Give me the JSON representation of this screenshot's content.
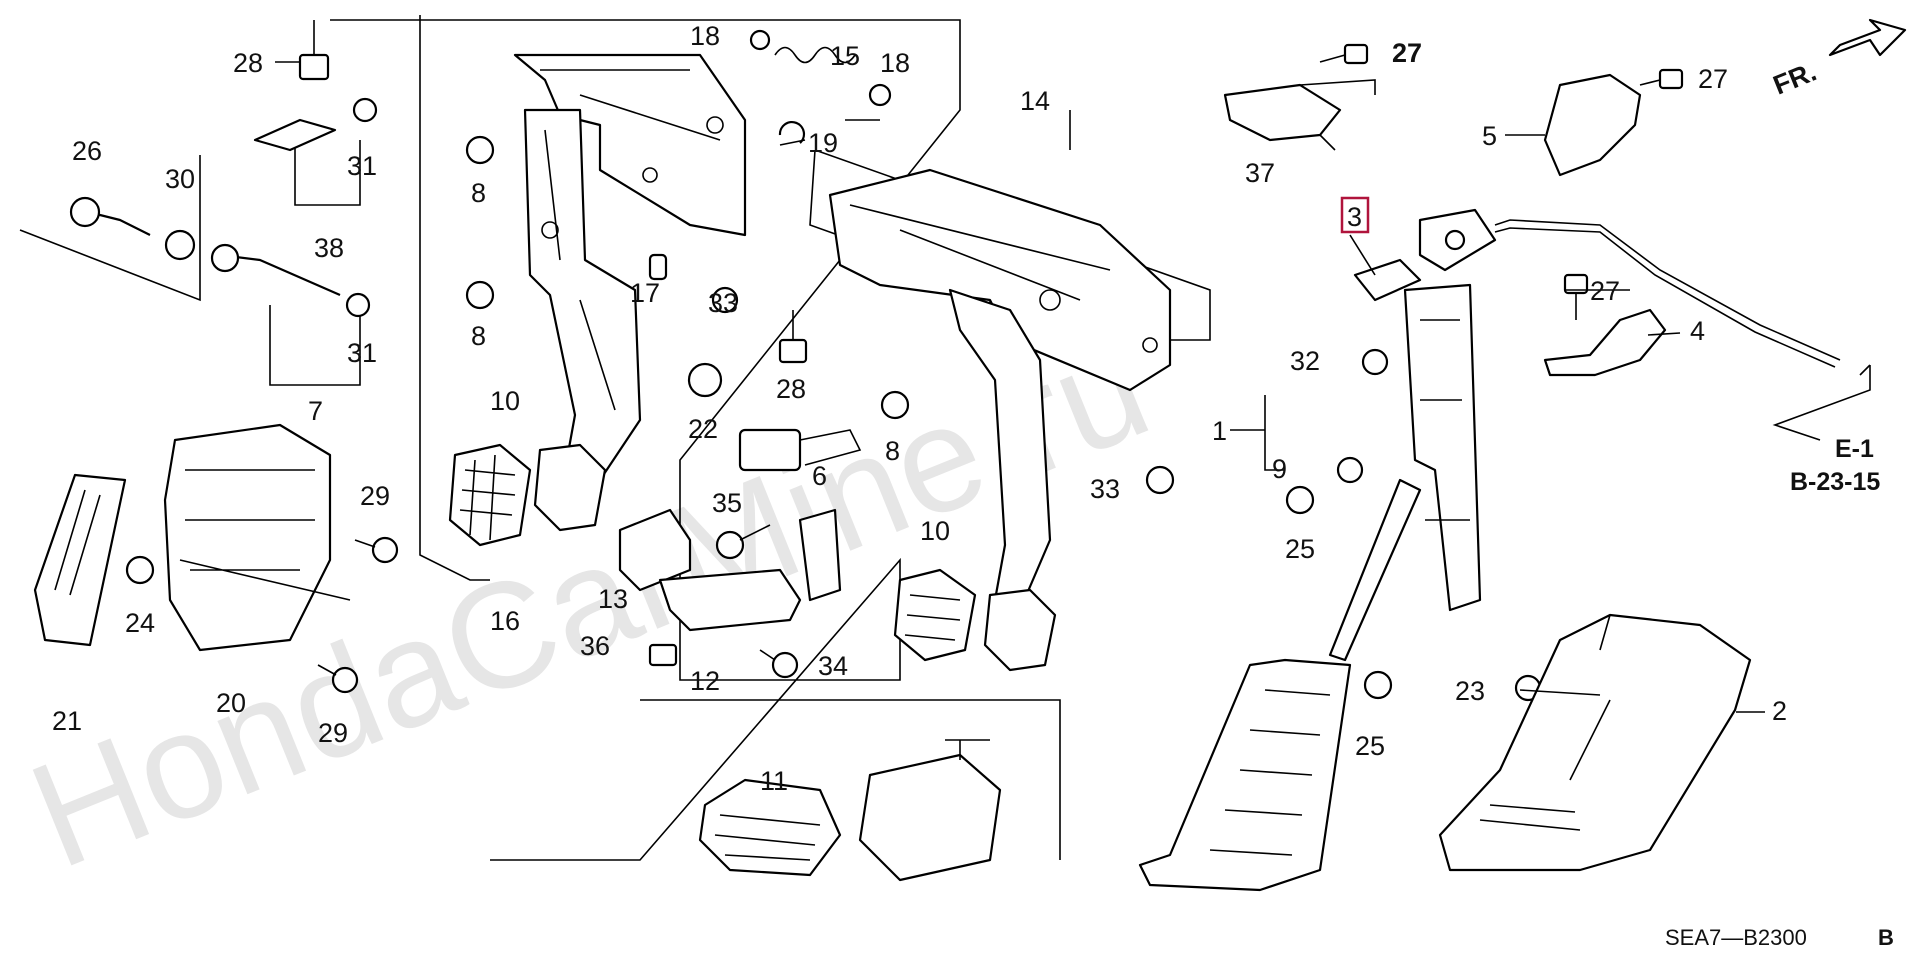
{
  "watermark": "HondaCarMine.ru",
  "direction_label": "FR.",
  "reference": {
    "line1": "E-1",
    "line2": "B-23-15"
  },
  "diagram_code": "SEA7—B2300",
  "diagram_code_suffix": "B",
  "highlight_color": "#b0143c",
  "callouts": {
    "p1": "1",
    "p2": "2",
    "p3": "3",
    "p4": "4",
    "p5": "5",
    "p6": "6",
    "p7": "7",
    "p8a": "8",
    "p8b": "8",
    "p8c": "8",
    "p9": "9",
    "p10a": "10",
    "p10b": "10",
    "p11": "11",
    "p12": "12",
    "p13": "13",
    "p14": "14",
    "p15": "15",
    "p16": "16",
    "p17": "17",
    "p18a": "18",
    "p18b": "18",
    "p19": "19",
    "p20": "20",
    "p21": "21",
    "p22": "22",
    "p23": "23",
    "p24": "24",
    "p25a": "25",
    "p25b": "25",
    "p26": "26",
    "p27a": "27",
    "p27b": "27",
    "p27c": "27",
    "p28a": "28",
    "p28b": "28",
    "p29a": "29",
    "p29b": "29",
    "p30": "30",
    "p31a": "31",
    "p31b": "31",
    "p32": "32",
    "p33a": "33",
    "p33b": "33",
    "p34": "34",
    "p35": "35",
    "p36": "36",
    "p37": "37",
    "p38": "38"
  }
}
